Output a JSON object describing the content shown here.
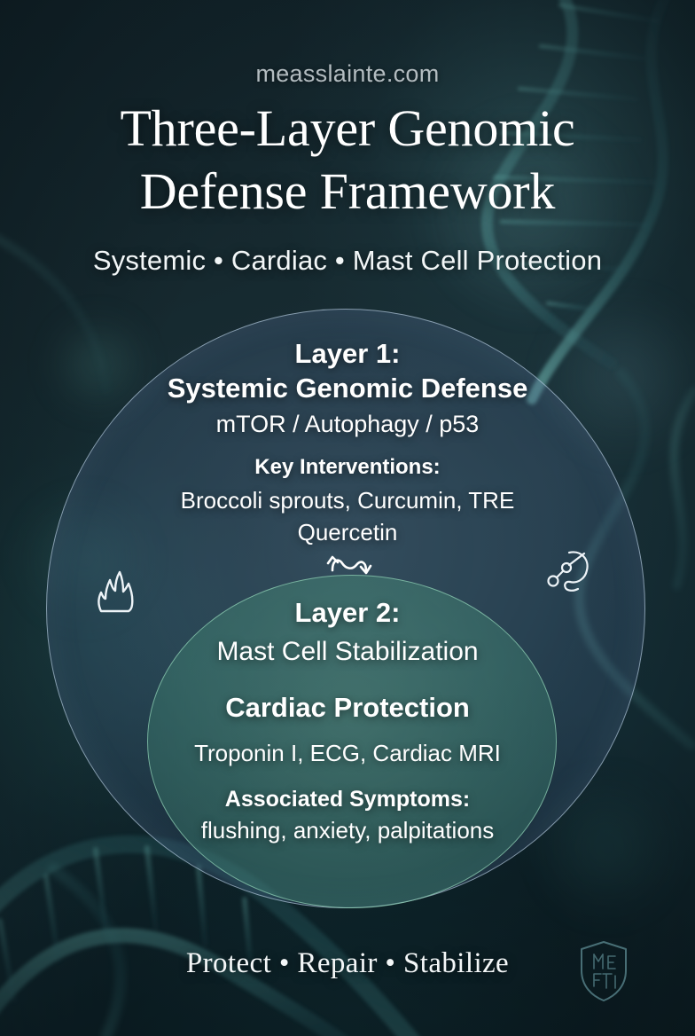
{
  "header": {
    "site_url": "measslainte.com",
    "title_line1": "Three-Layer Genomic",
    "title_line2": "Defense Framework",
    "subtitle": "Systemic • Cardiac • Mast Cell Protection"
  },
  "layer1": {
    "label": "Layer 1:",
    "name": "Systemic Genomic Defense",
    "pathways": "mTOR / Autophagy / p53",
    "interventions_heading": "Key Interventions:",
    "interventions_line1": "Broccoli sprouts, Curcumin, TRE",
    "interventions_line2": "Quercetin",
    "fill_color": "#4e6991",
    "border_color": "#c4d8eb"
  },
  "layer2": {
    "label": "Layer 2:",
    "name": "Mast Cell Stabilization",
    "cardiac_heading": "Cardiac Protection",
    "cardiac_markers": "Troponin I, ECG, Cardiac MRI",
    "symptoms_heading": "Associated Symptoms:",
    "symptoms_list": "flushing,  anxiety, palpitations",
    "fill_color": "#468e78",
    "border_color": "#a0e2c3"
  },
  "icons": {
    "left": "flame-icon",
    "right": "molecule-receptor-icon",
    "center": "bidirectional-wave-arrow-icon"
  },
  "footer": {
    "tagline": "Protect • Repair • Stabilize",
    "brand_mark": "meas-slainte-shield-logo"
  },
  "theme": {
    "background": "#16272e",
    "text_primary": "#ffffff",
    "text_muted": "#b3bcc0"
  }
}
